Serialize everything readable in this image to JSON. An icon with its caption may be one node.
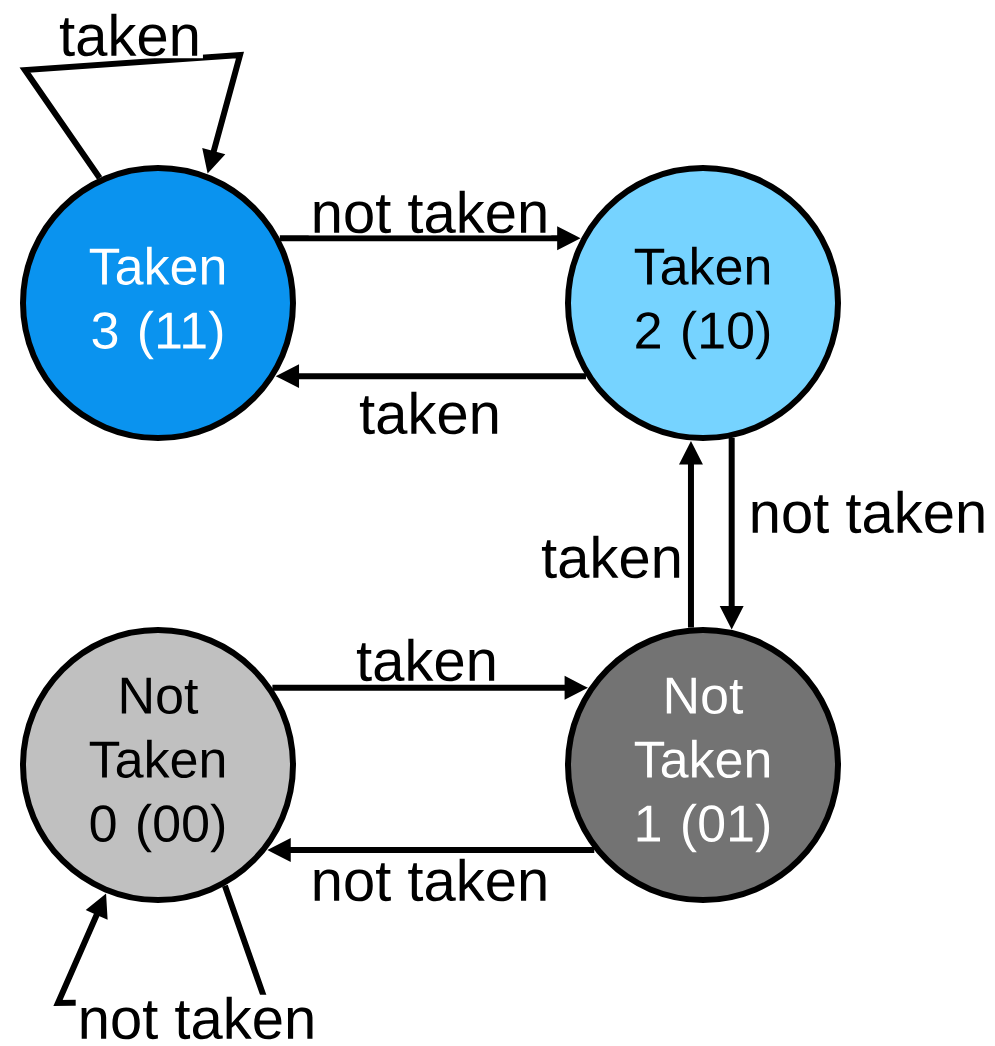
{
  "diagram": {
    "nodes": [
      {
        "text": [
          "Taken 3 (11)"
        ]
      },
      {
        "text": [
          "Taken 2 (10)"
        ]
      },
      {
        "text": [
          "Not Taken 0 (00)"
        ]
      },
      {
        "text": [
          "Not Taken 1 (01)"
        ]
      }
    ],
    "edges": [
      {
        "from": 0,
        "to": 1,
        "arrow": "to",
        "label": "not taken"
      },
      {
        "from": 1,
        "to": 0,
        "arrow": "to",
        "label": "taken"
      },
      {
        "from": 1,
        "to": 3,
        "arrow": "to",
        "label": "not taken"
      },
      {
        "from": 3,
        "to": 1,
        "arrow": "to",
        "label": "taken"
      },
      {
        "from": 2,
        "to": 3,
        "arrow": "to",
        "label": "taken"
      },
      {
        "from": 3,
        "to": 2,
        "arrow": "to",
        "label": "not taken"
      },
      {
        "from": 0,
        "to": 0,
        "arrow": "to",
        "label": "taken"
      },
      {
        "from": 2,
        "to": 2,
        "arrow": "to",
        "label": "not taken"
      }
    ]
  }
}
